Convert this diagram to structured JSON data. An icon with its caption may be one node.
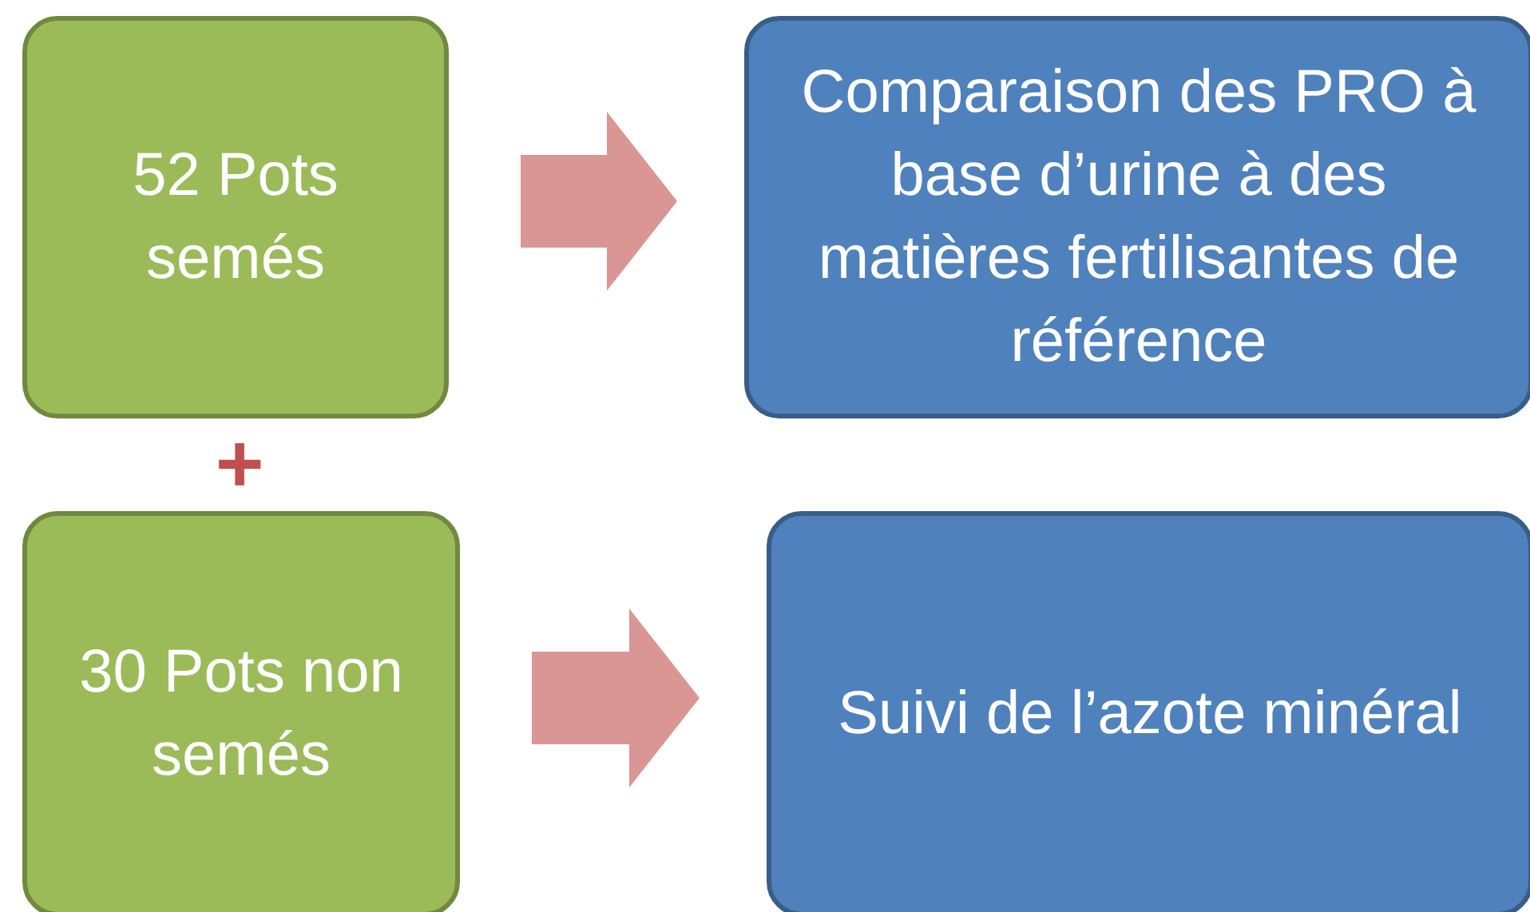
{
  "diagram": {
    "nodes": [
      {
        "text": [
          "52 Pots semés"
        ]
      },
      {
        "text": [
          "Comparaison des PRO à base d’urine à des matières fertilisantes de référence"
        ]
      },
      {
        "text": [
          "30 Pots non semés"
        ]
      },
      {
        "text": [
          "Suivi de l’azote minéral"
        ]
      }
    ],
    "edges": [
      {
        "from": 0,
        "to": 1,
        "arrow": "to"
      },
      {
        "from": 2,
        "to": 3,
        "arrow": "to"
      }
    ],
    "labels": [
      "+"
    ]
  }
}
